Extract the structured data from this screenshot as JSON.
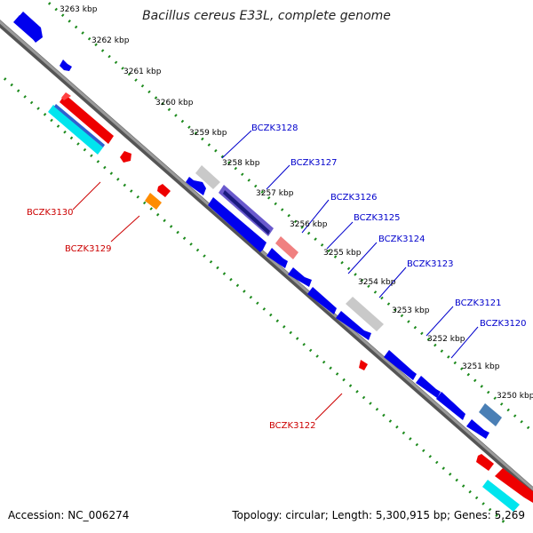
{
  "title": "Bacillus cereus E33L, complete genome",
  "footer": {
    "accession": "Accession: NC_006274",
    "summary": "Topology: circular; Length: 5,300,915 bp; Genes: 5,269"
  },
  "colors": {
    "backbone": "#8a8a8a",
    "ruler": "#1c8a1c",
    "forward_gene": "#0000ee",
    "reverse_gene": "#ee0000",
    "forward_label": "#0000cc",
    "reverse_label": "#cc0000"
  },
  "ruler_labels": [
    "3263 kbp",
    "3262 kbp",
    "3261 kbp",
    "3260 kbp",
    "3259 kbp",
    "3258 kbp",
    "3257 kbp",
    "3256 kbp",
    "3255 kbp",
    "3254 kbp",
    "3253 kbp",
    "3252 kbp",
    "3251 kbp",
    "3250 kbp"
  ],
  "gene_labels": {
    "forward": [
      "BCZK3128",
      "BCZK3127",
      "BCZK3126",
      "BCZK3125",
      "BCZK3124",
      "BCZK3123",
      "BCZK3121",
      "BCZK3120"
    ],
    "reverse": [
      "BCZK3130",
      "BCZK3129",
      "BCZK3122"
    ]
  }
}
